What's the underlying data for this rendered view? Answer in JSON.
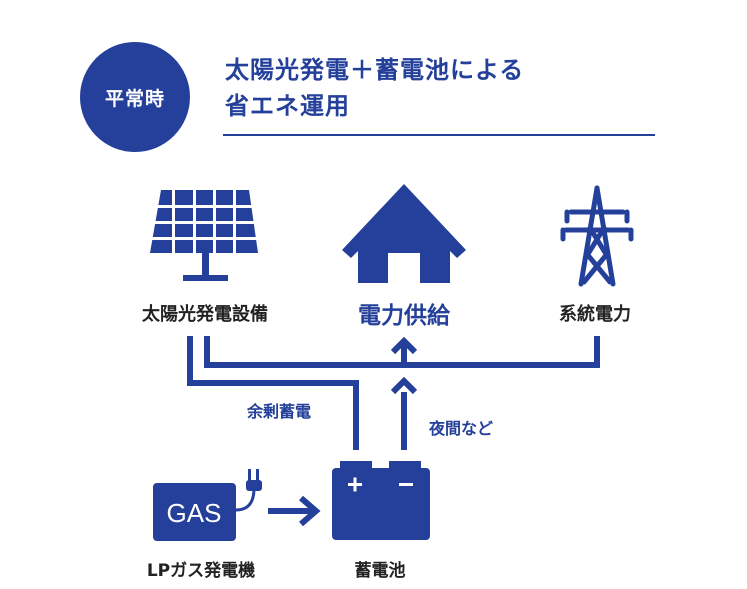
{
  "badge": {
    "text": "平常時"
  },
  "title": {
    "line1": "太陽光発電＋蓄電池による",
    "line2": "省エネ運用"
  },
  "nodes": {
    "solar": "太陽光発電設備",
    "house": "電力供給",
    "grid": "系統電力",
    "lp_generator": "LPガス発電機",
    "battery": "蓄電池"
  },
  "icons": {
    "generator_text": "GAS",
    "battery_plus": "+",
    "battery_minus": "−"
  },
  "edges": {
    "surplus_storage": "余剰蓄電",
    "night_etc": "夜間など"
  },
  "colors": {
    "primary": "#24409a",
    "text_dark": "#222222",
    "background": "#ffffff"
  }
}
